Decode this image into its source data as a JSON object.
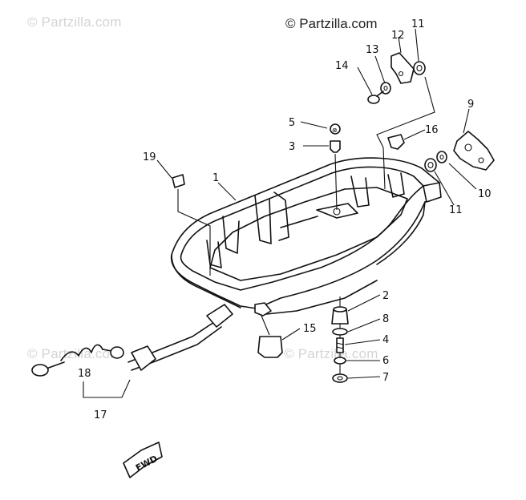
{
  "watermarks": {
    "main": "© Partzilla.com",
    "faint": "© Partzilla.com"
  },
  "callouts": [
    {
      "id": "c1",
      "text": "1"
    },
    {
      "id": "c2",
      "text": "2"
    },
    {
      "id": "c3",
      "text": "3"
    },
    {
      "id": "c4",
      "text": "4"
    },
    {
      "id": "c5",
      "text": "5"
    },
    {
      "id": "c6",
      "text": "6"
    },
    {
      "id": "c7",
      "text": "7"
    },
    {
      "id": "c8",
      "text": "8"
    },
    {
      "id": "c9",
      "text": "9"
    },
    {
      "id": "c10",
      "text": "10"
    },
    {
      "id": "c11a",
      "text": "11"
    },
    {
      "id": "c11b",
      "text": "11"
    },
    {
      "id": "c12",
      "text": "12"
    },
    {
      "id": "c13",
      "text": "13"
    },
    {
      "id": "c14",
      "text": "14"
    },
    {
      "id": "c15",
      "text": "15"
    },
    {
      "id": "c16",
      "text": "16"
    },
    {
      "id": "c17",
      "text": "17"
    },
    {
      "id": "c18",
      "text": "18"
    },
    {
      "id": "c19",
      "text": "19"
    }
  ],
  "fwd_label": "FWD"
}
